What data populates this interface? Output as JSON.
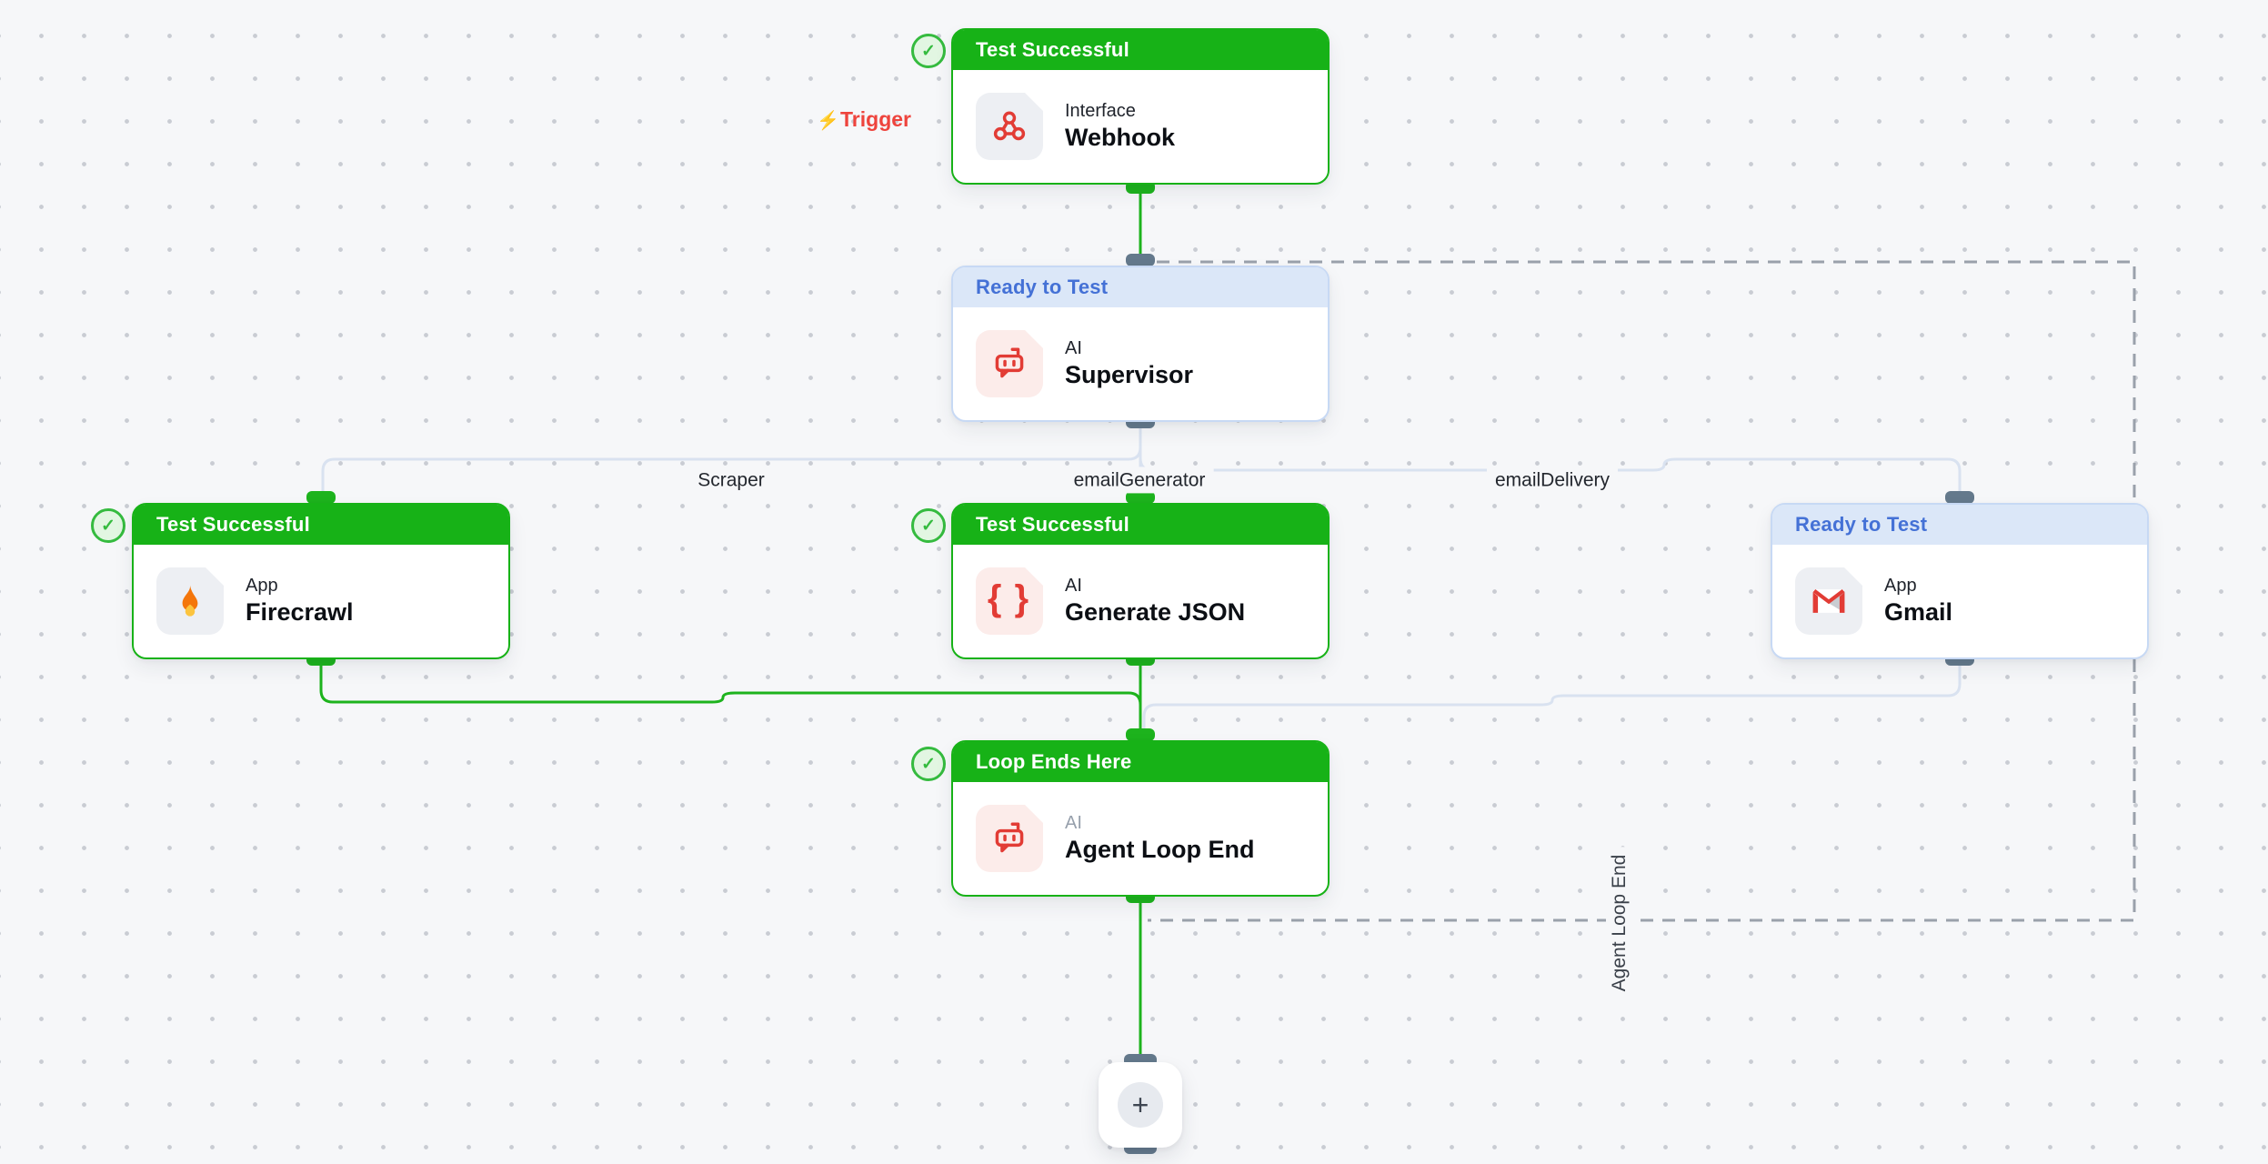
{
  "colors": {
    "canvas-bg": "#f6f7f9",
    "dot": "#c9ccd3",
    "green": "#17b217",
    "edge-green": "#1db31d",
    "blue-bg": "#dbe7f8",
    "blue-text": "#4471d6",
    "blue-border": "#c7d9f4",
    "edge-blue": "#d9e2f0",
    "dashed": "#9aa1ab",
    "handle-gray": "#64798c",
    "red": "#e23c35",
    "tile-gray": "#edeff3",
    "tile-pink": "#fcecea",
    "badge-green": "#35bb3f",
    "trigger-red": "#ee443d"
  },
  "trigger": {
    "icon": "lightning-bolt-icon",
    "label": "Trigger"
  },
  "nodes": [
    {
      "id": "webhook",
      "status": "Test Successful",
      "state": "success",
      "badge": "check",
      "category": "Interface",
      "title": "Webhook",
      "icon": "webhook-icon"
    },
    {
      "id": "supervisor",
      "status": "Ready to Test",
      "state": "ready",
      "badge": "",
      "category": "AI",
      "title": "Supervisor",
      "icon": "robot-icon"
    },
    {
      "id": "firecrawl",
      "status": "Test Successful",
      "state": "success",
      "badge": "check",
      "category": "App",
      "title": "Firecrawl",
      "icon": "flame-icon"
    },
    {
      "id": "generate-json",
      "status": "Test Successful",
      "state": "success",
      "badge": "check",
      "category": "AI",
      "title": "Generate JSON",
      "icon": "braces-icon"
    },
    {
      "id": "gmail",
      "status": "Ready to Test",
      "state": "ready",
      "badge": "",
      "category": "App",
      "title": "Gmail",
      "icon": "gmail-icon"
    },
    {
      "id": "agent-loop-end",
      "status": "Loop Ends Here",
      "state": "success",
      "badge": "check",
      "category": "AI",
      "title": "Agent Loop End",
      "icon": "robot-icon"
    }
  ],
  "edge_labels": [
    {
      "text": "Scraper"
    },
    {
      "text": "emailGenerator"
    },
    {
      "text": "emailDelivery"
    }
  ],
  "region": {
    "label": "Agent Loop End"
  },
  "badge_check_glyph": "✓",
  "add_button": {
    "glyph": "+"
  }
}
